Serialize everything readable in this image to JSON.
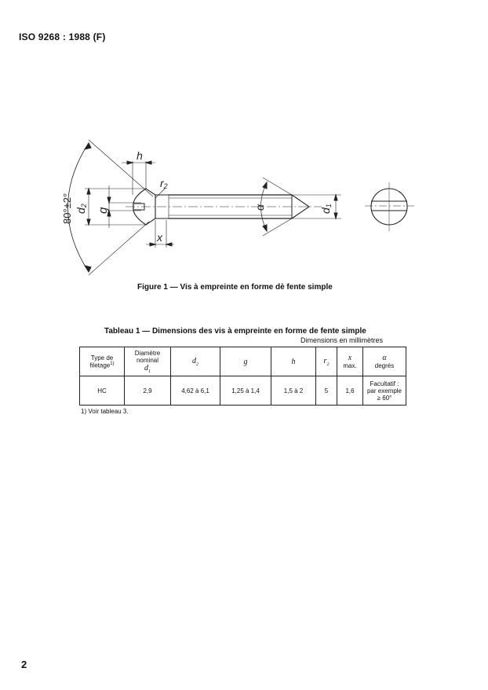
{
  "header": {
    "standard_id": "ISO 9268 : 1988 (F)"
  },
  "figure": {
    "caption": "Figure 1 — Vis à empreinte en forme dè fente simple",
    "labels": {
      "head_angle": "80°±2°",
      "h": "h",
      "r2": "r2",
      "d2": "d2",
      "g": "g",
      "x": "x",
      "alpha": "α",
      "d1": "d1"
    }
  },
  "table": {
    "caption": "Tableau 1 — Dimensions des vis à empreinte en forme de fente simple",
    "units": "Dimensions en millimètres",
    "headers": [
      {
        "line1": "Type de",
        "line2": "filetage",
        "sup": "1)"
      },
      {
        "line1": "Diamètre",
        "line2": "nominal",
        "line3": "d1"
      },
      {
        "line1": "d2"
      },
      {
        "line1": "g"
      },
      {
        "line1": "h"
      },
      {
        "line1": "r2"
      },
      {
        "line1": "x",
        "line2": "max."
      },
      {
        "line1": "α",
        "line2": "degrés"
      }
    ],
    "rows": [
      {
        "type": "HC",
        "d1": "2,9",
        "d2": "4,62 à 6,1",
        "g": "1,25 à 1,4",
        "h": "1,5 à 2",
        "r2": "5",
        "x": "1,6",
        "alpha_line1": "Facultatif :",
        "alpha_line2": "par exemple",
        "alpha_line3": "≥ 60°"
      }
    ],
    "footnote": "1)   Voir tableau 3."
  },
  "page_number": "2"
}
